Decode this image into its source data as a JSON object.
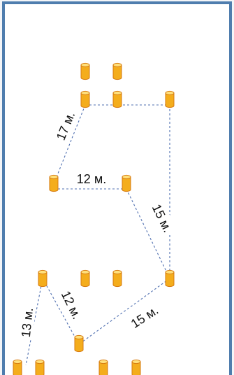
{
  "diagram": {
    "labels": {
      "edge_17": "17 м.",
      "edge_12_horizontal": "12 м.",
      "edge_15_right": "15 м.",
      "edge_12_diagonal": "12 м.",
      "edge_13": "13 м.",
      "edge_15_bottom": "15 м."
    },
    "colors": {
      "frame": "#4f7dae",
      "cylinder_fill": "#f6b21f",
      "cylinder_edge": "#d67a10",
      "cylinder_top": "#ffe27a",
      "connector": "#4f6fb0"
    }
  }
}
